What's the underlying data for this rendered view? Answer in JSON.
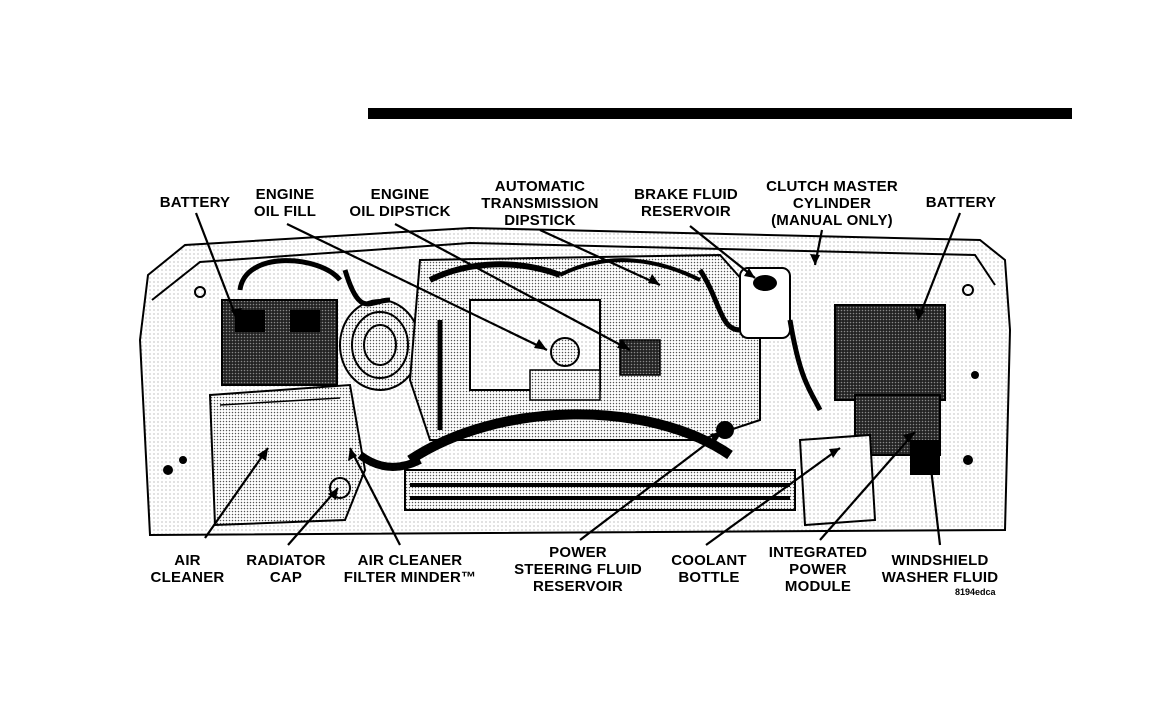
{
  "labels": {
    "battery_left": "BATTERY",
    "engine_oil_fill": "ENGINE\nOIL FILL",
    "engine_oil_dipstick": "ENGINE\nOIL DIPSTICK",
    "automatic_transmission_dipstick": "AUTOMATIC\nTRANSMISSION\nDIPSTICK",
    "brake_fluid_reservoir": "BRAKE FLUID\nRESERVOIR",
    "clutch_master_cylinder": "CLUTCH MASTER\nCYLINDER\n(MANUAL ONLY)",
    "battery_right": "BATTERY",
    "air_cleaner": "AIR\nCLEANER",
    "radiator_cap": "RADIATOR\nCAP",
    "air_cleaner_filter_minder": "AIR CLEANER\nFILTER MINDER™",
    "power_steering_fluid_reservoir": "POWER\nSTEERING FLUID\nRESERVOIR",
    "coolant_bottle": "COOLANT\nBOTTLE",
    "integrated_power_module": "INTEGRATED\nPOWER\nMODULE",
    "windshield_washer_fluid": "WINDSHIELD\nWASHER FLUID"
  },
  "figure_id": "8194edca"
}
